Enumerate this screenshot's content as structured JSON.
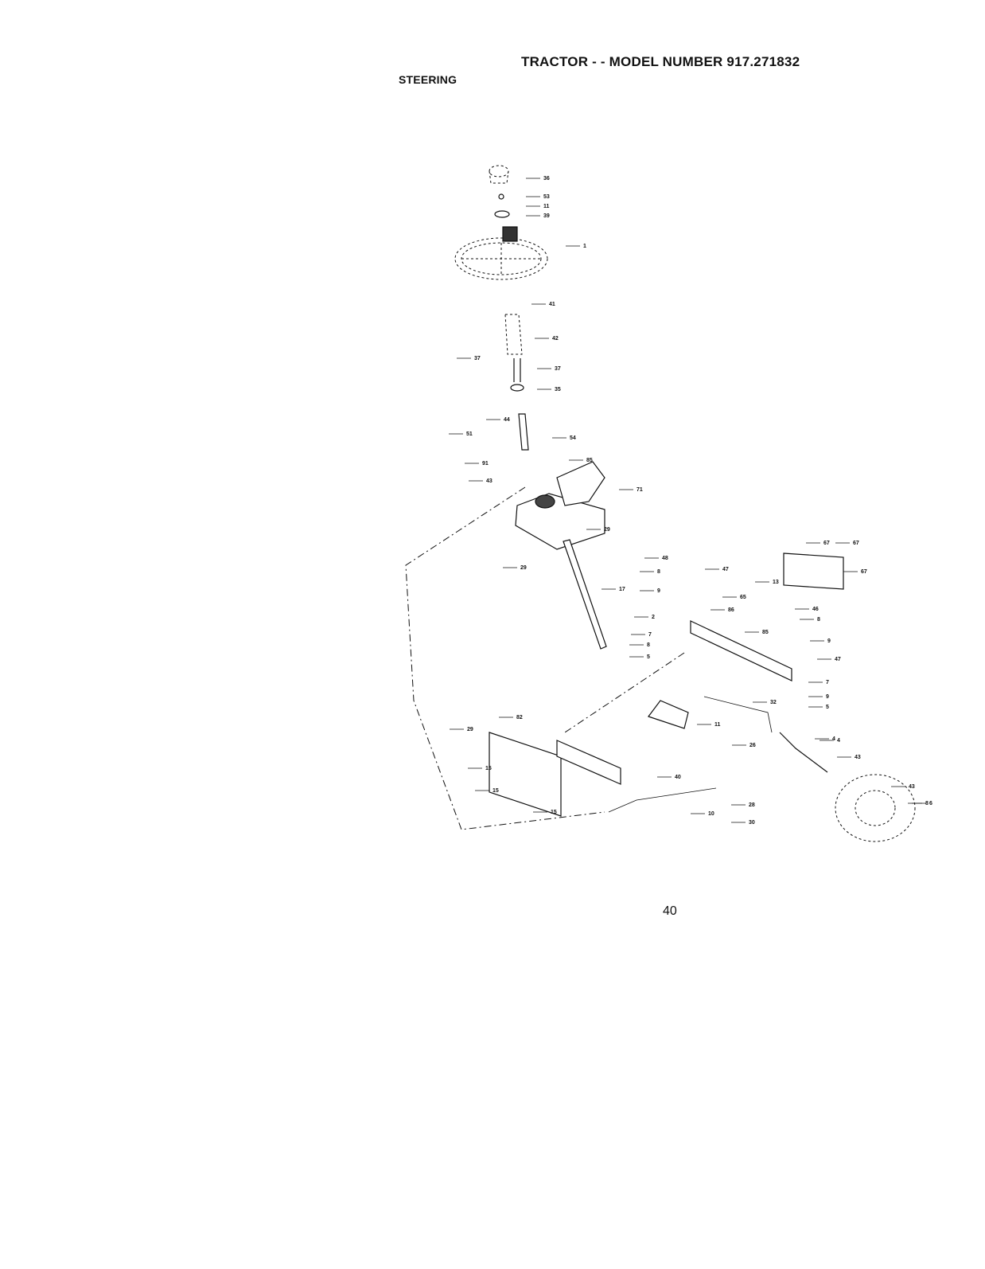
{
  "header": {
    "title": "TRACTOR - - MODEL NUMBER 917.271832",
    "section": "STEERING"
  },
  "page_number": "40",
  "callouts": [
    "36",
    "53",
    "11",
    "39",
    "1",
    "41",
    "42",
    "37",
    "37",
    "35",
    "44",
    "54",
    "51",
    "91",
    "85",
    "43",
    "71",
    "29",
    "29",
    "17",
    "48",
    "47",
    "8",
    "9",
    "65",
    "13",
    "2",
    "86",
    "85",
    "7",
    "8",
    "5",
    "4",
    "67",
    "67",
    "67",
    "46",
    "8",
    "9",
    "47",
    "7",
    "9",
    "5",
    "32",
    "82",
    "11",
    "26",
    "4",
    "43",
    "29",
    "40",
    "28",
    "15",
    "15",
    "15",
    "30",
    "10",
    "43",
    "8",
    "6"
  ]
}
